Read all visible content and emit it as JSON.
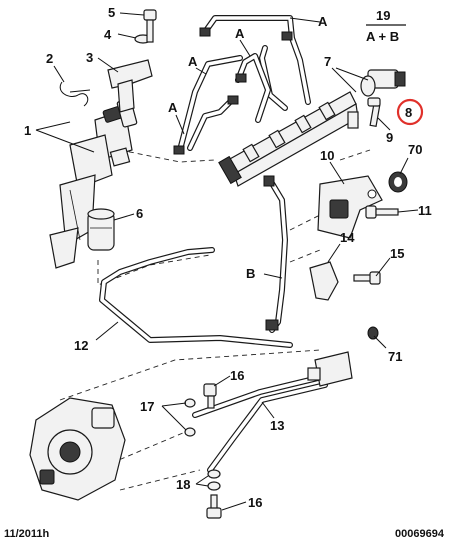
{
  "diagram": {
    "callouts": {
      "c1": "1",
      "c2": "2",
      "c3": "3",
      "c4": "4",
      "c5": "5",
      "c6": "6",
      "c7": "7",
      "c8": "8",
      "c9": "9",
      "c10": "10",
      "c11": "11",
      "c12": "12",
      "c13": "13",
      "c14": "14",
      "c15": "15",
      "c16a": "16",
      "c16b": "16",
      "c17": "17",
      "c18": "18",
      "c70": "70",
      "c71": "71",
      "cA1": "A",
      "cA2": "A",
      "cA3": "A",
      "cA4": "A",
      "cB": "B"
    },
    "legend": {
      "number": "19",
      "text": "A + B"
    },
    "highlight_color": "#e0302a"
  },
  "footer": {
    "date": "11/2011h",
    "ref": "00069694"
  }
}
